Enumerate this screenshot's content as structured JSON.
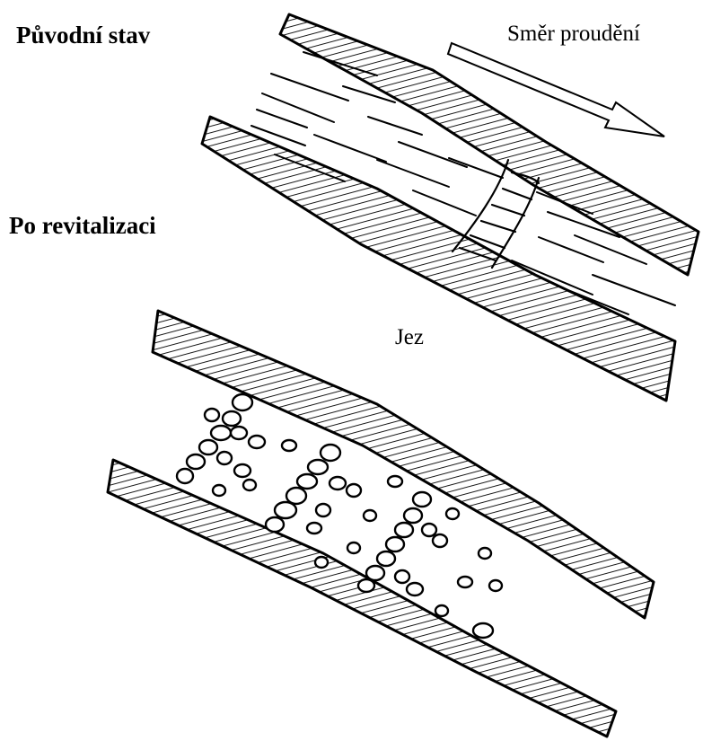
{
  "labels": {
    "original_state": "Původní stav",
    "after_revitalization": "Po revitalizaci",
    "flow_direction": "Směr proudění",
    "weir": "Jez"
  },
  "colors": {
    "ink": "#000000",
    "paper": "#ffffff"
  },
  "icons": {
    "flow_arrow": "flow-direction-arrow-icon"
  }
}
